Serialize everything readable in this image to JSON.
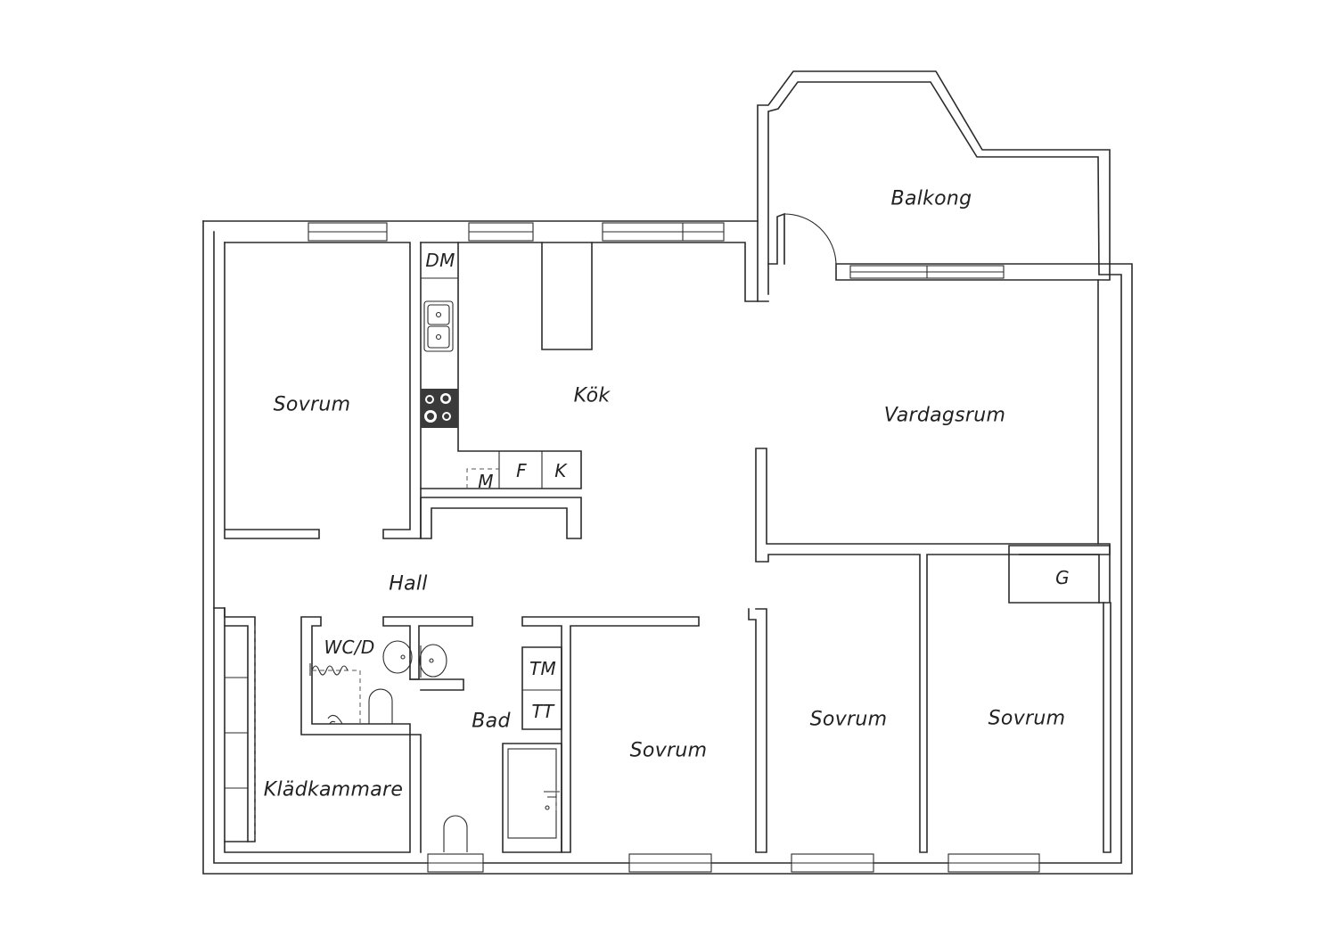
{
  "rooms": {
    "balkong": "Balkong",
    "sovrum_1": "Sovrum",
    "kok": "Kök",
    "vardagsrum": "Vardagsrum",
    "hall": "Hall",
    "wc_d": "WC/D",
    "bad": "Bad",
    "kladkammare": "Klädkammare",
    "sovrum_2": "Sovrum",
    "sovrum_3": "Sovrum",
    "sovrum_4": "Sovrum"
  },
  "fixtures": {
    "dm": "DM",
    "f": "F",
    "k": "K",
    "m": "M",
    "g": "G",
    "tm": "TM",
    "tt": "TT"
  },
  "icons": [
    "sink-icon",
    "stove-icon",
    "toilet-icon",
    "washbasin-icon",
    "shower-icon",
    "door-swing-icon",
    "window-icon"
  ],
  "colors": {
    "line": "#2b2b2b",
    "background": "#ffffff",
    "stove": "#3a3a3a"
  }
}
